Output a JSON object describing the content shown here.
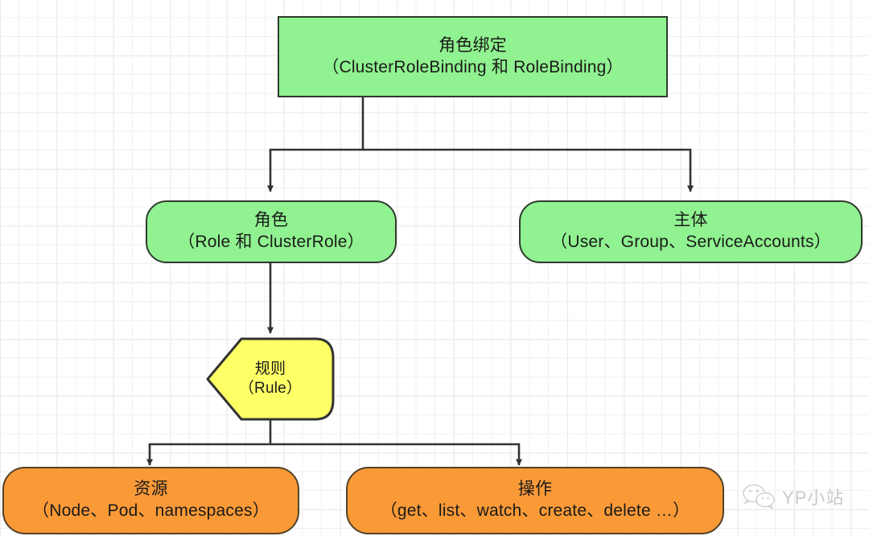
{
  "diagram": {
    "title_semantic": "kubernetes-rbac-relationship-diagram",
    "colors": {
      "green_fill": "#90f290",
      "green_stroke": "#2f3b2f",
      "orange_fill": "#fa9a37",
      "orange_stroke": "#53422a",
      "yellow_fill": "#ffff66",
      "yellow_stroke": "#333333",
      "edge_stroke": "#333333",
      "grid_line": "#f0f0f0",
      "background": "#ffffff"
    },
    "nodes": {
      "role_binding": {
        "line1": "角色绑定",
        "line2": "（ClusterRoleBinding 和 RoleBinding）",
        "shape": "rectangle",
        "fill": "#90f290"
      },
      "role": {
        "line1": "角色",
        "line2": "（Role 和 ClusterRole）",
        "shape": "rounded-rectangle",
        "fill": "#90f290"
      },
      "subject": {
        "line1": "主体",
        "line2": "（User、Group、ServiceAccounts）",
        "shape": "rounded-rectangle",
        "fill": "#90f290"
      },
      "rule": {
        "line1": "规则",
        "line2": "（Rule）",
        "shape": "pentagon-arrow",
        "fill": "#ffff66"
      },
      "resource": {
        "line1": "资源",
        "line2": "（Node、Pod、namespaces）",
        "shape": "rounded-rectangle",
        "fill": "#fa9a37"
      },
      "operation": {
        "line1": "操作",
        "line2": "（get、list、watch、create、delete …）",
        "shape": "rounded-rectangle",
        "fill": "#fa9a37"
      }
    },
    "edges": [
      {
        "from": "role_binding",
        "to": "role",
        "style": "orthogonal-arrow"
      },
      {
        "from": "role_binding",
        "to": "subject",
        "style": "orthogonal-arrow"
      },
      {
        "from": "role",
        "to": "rule",
        "style": "straight-arrow"
      },
      {
        "from": "rule",
        "to": "resource",
        "style": "orthogonal-arrow"
      },
      {
        "from": "rule",
        "to": "operation",
        "style": "orthogonal-arrow"
      }
    ],
    "watermark": {
      "icon": "wechat-icon",
      "text": "YP小站"
    }
  }
}
